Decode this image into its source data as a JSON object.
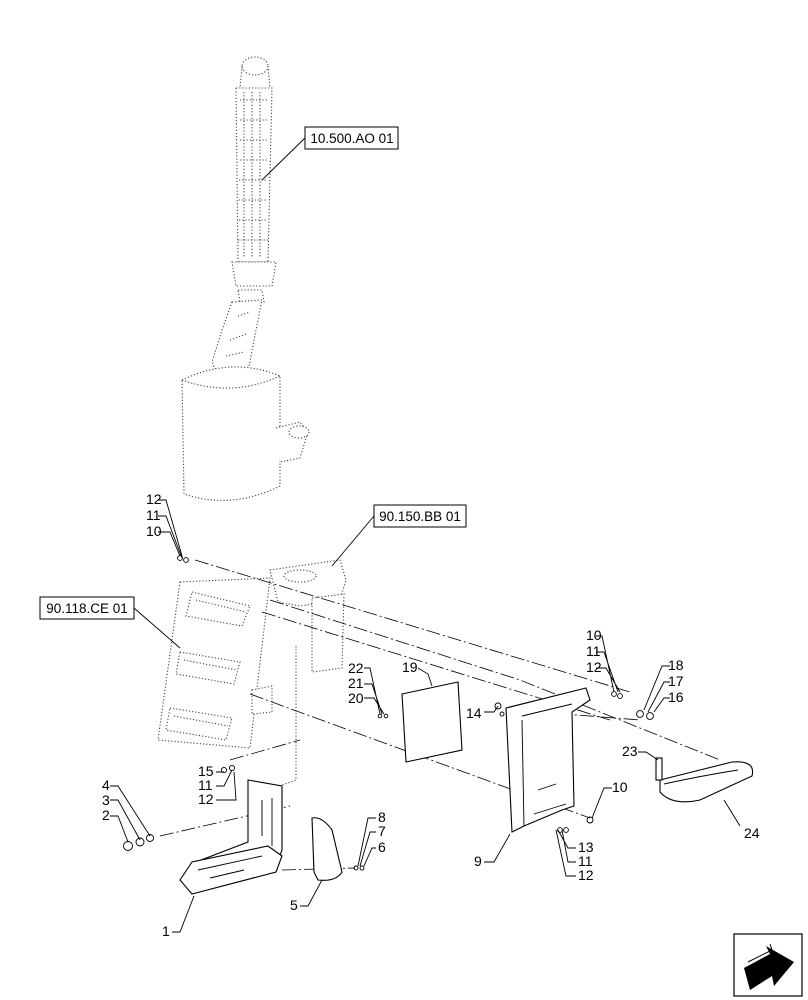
{
  "references": [
    {
      "id": "ref-10-500",
      "label": "10.500.AO 01"
    },
    {
      "id": "ref-90-150",
      "label": "90.150.BB 01"
    },
    {
      "id": "ref-90-118",
      "label": "90.118.CE 01"
    }
  ],
  "part_numbers": [
    {
      "id": "p12a",
      "label": "12"
    },
    {
      "id": "p11a",
      "label": "11"
    },
    {
      "id": "p10a",
      "label": "10"
    },
    {
      "id": "p22",
      "label": "22"
    },
    {
      "id": "p21",
      "label": "21"
    },
    {
      "id": "p20",
      "label": "20"
    },
    {
      "id": "p19",
      "label": "19"
    },
    {
      "id": "p14",
      "label": "14"
    },
    {
      "id": "p10b",
      "label": "10"
    },
    {
      "id": "p11b",
      "label": "11"
    },
    {
      "id": "p12b",
      "label": "12"
    },
    {
      "id": "p18",
      "label": "18"
    },
    {
      "id": "p17",
      "label": "17"
    },
    {
      "id": "p16",
      "label": "16"
    },
    {
      "id": "p23",
      "label": "23"
    },
    {
      "id": "p15",
      "label": "15"
    },
    {
      "id": "p11c",
      "label": "11"
    },
    {
      "id": "p12c",
      "label": "12"
    },
    {
      "id": "p4",
      "label": "4"
    },
    {
      "id": "p3",
      "label": "3"
    },
    {
      "id": "p2",
      "label": "2"
    },
    {
      "id": "p8",
      "label": "8"
    },
    {
      "id": "p7",
      "label": "7"
    },
    {
      "id": "p6",
      "label": "6"
    },
    {
      "id": "p10c",
      "label": "10"
    },
    {
      "id": "p13",
      "label": "13"
    },
    {
      "id": "p11d",
      "label": "11"
    },
    {
      "id": "p12d",
      "label": "12"
    },
    {
      "id": "p24",
      "label": "24"
    },
    {
      "id": "p9",
      "label": "9"
    },
    {
      "id": "p5",
      "label": "5"
    },
    {
      "id": "p1",
      "label": "1"
    }
  ],
  "icons": {
    "nav": "arrow-right-icon"
  }
}
